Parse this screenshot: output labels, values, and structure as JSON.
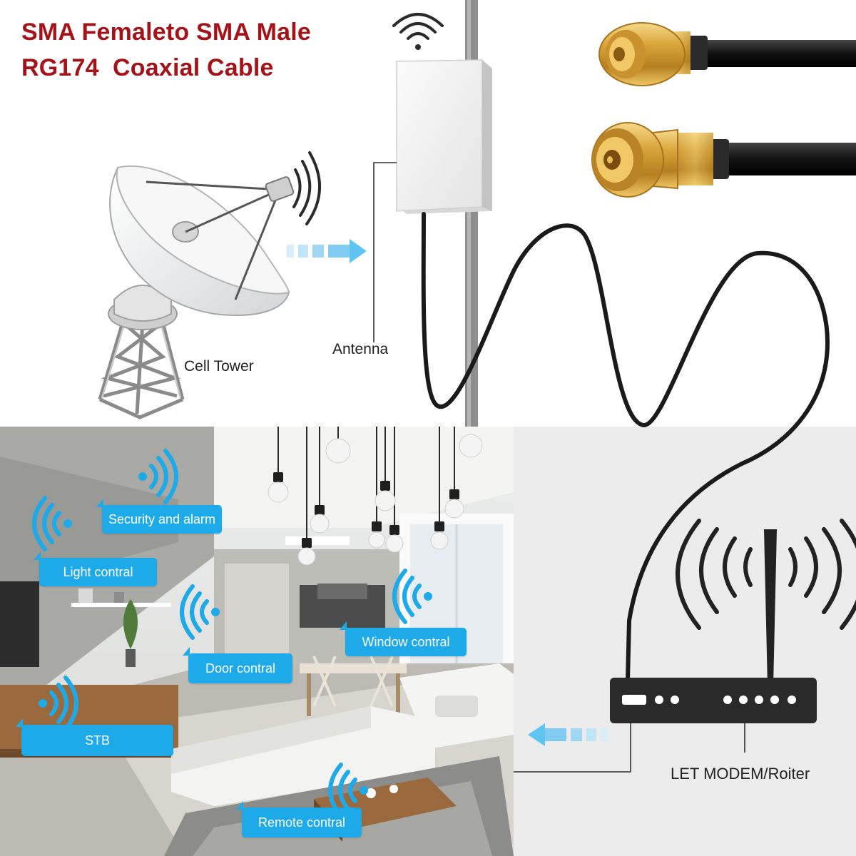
{
  "title": {
    "line1": "SMA Femaleto SMA Male",
    "line2": "RG174  Coaxial Cable"
  },
  "captions": {
    "cell_tower": "Cell Tower",
    "antenna": "Antenna",
    "modem": "LET MODEM/Roiter"
  },
  "callouts": {
    "security": "Security and alarm",
    "light": "Light contral",
    "door": "Door contral",
    "window": "Window contral",
    "stb": "STB",
    "remote": "Remote contral"
  },
  "colors": {
    "title_red": "#a3141a",
    "callout_blue": "#1ea9e8",
    "connector_gold": "#d9a53a",
    "cable_black": "#1a1a1a",
    "panel_grey": "#ececec"
  },
  "icons": [
    "satellite-dish-icon",
    "wifi-icon",
    "router-icon",
    "arrow-right-icon",
    "arrow-left-icon"
  ]
}
